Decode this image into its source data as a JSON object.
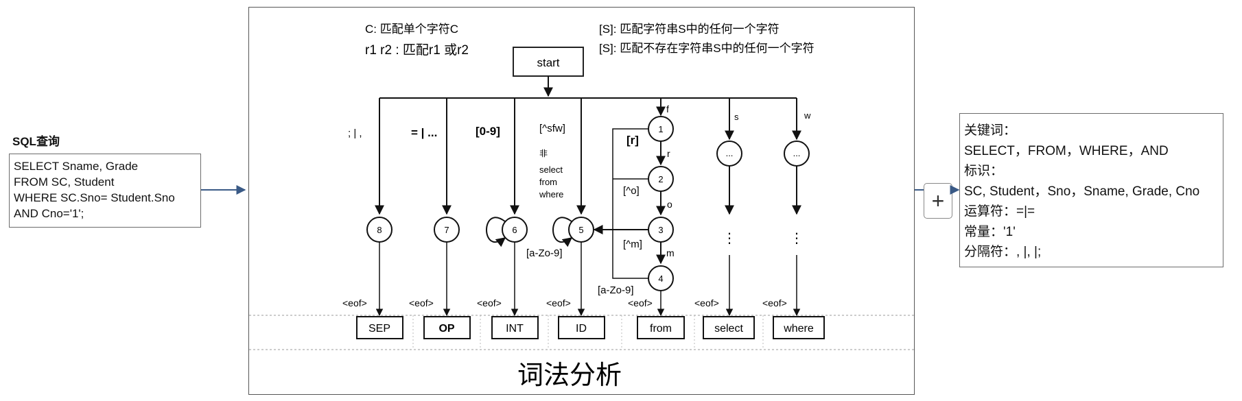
{
  "sql_panel": {
    "title": "SQL查询",
    "lines": [
      "SELECT Sname, Grade",
      "FROM SC, Student",
      "WHERE SC.Sno= Student.Sno",
      "AND Cno='1';"
    ]
  },
  "legend": {
    "line1_left": "C:  匹配单个字符C",
    "line2_left": "r1 r2 : 匹配r1  或r2",
    "line1_right": "[S]:  匹配字符串S中的任何一个字符",
    "line2_right": "[S]:  匹配不存在字符串S中的任何一个字符"
  },
  "diagram": {
    "start_label": "start",
    "branch_labels": {
      "sep": "; | ,",
      "op": "= | ...",
      "int": "[0-9]",
      "id_top": "[^sfw]",
      "id_not": "非",
      "id_words": [
        "select",
        "from",
        "where"
      ],
      "f": "f",
      "s": "s",
      "w": "w"
    },
    "states": {
      "s8": "8",
      "s7": "7",
      "s6": "6",
      "s5": "5",
      "s1": "1",
      "s2": "2",
      "s3": "3",
      "s4": "4",
      "dots": "..."
    },
    "edge_labels": {
      "r_bracket": "[r]",
      "r": "r",
      "not_o": "[^o]",
      "o": "o",
      "not_m": "[^m]",
      "m": "m",
      "id_loop": "[a-Zo-9]",
      "s4_loop": "[a-Zo-9]",
      "vdots": "⋮"
    },
    "eof": "<eof>",
    "tokens": [
      "SEP",
      "OP",
      "INT",
      "ID",
      "from",
      "select",
      "where"
    ],
    "footer": "词法分析"
  },
  "right_panel": {
    "lines": [
      "关键词：",
      "SELECT，FROM，WHERE，AND",
      "标识：",
      "SC, Student，Sno，Sname, Grade, Cno",
      "运算符：=|=",
      "常量：'1'",
      "分隔符：, |, |;"
    ]
  },
  "controls": {
    "plus": "+"
  }
}
